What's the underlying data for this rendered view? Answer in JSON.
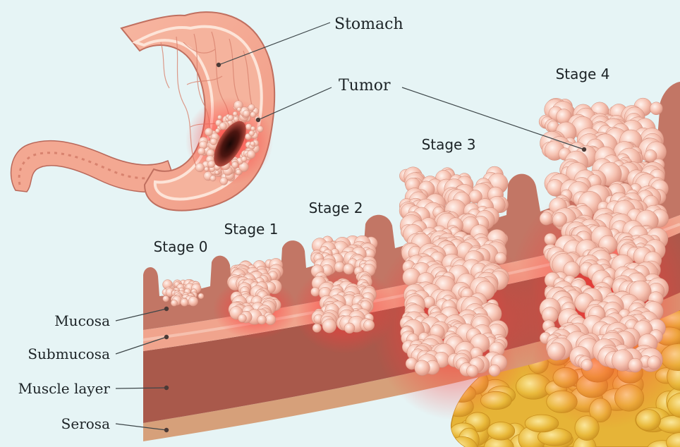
{
  "labels": {
    "stomach": "Stomach",
    "tumor": "Tumor",
    "mucosa": "Mucosa",
    "submucosa": "Submucosa",
    "muscle_layer": "Muscle layer",
    "serosa": "Serosa"
  },
  "stages": [
    "Stage 0",
    "Stage 1",
    "Stage 2",
    "Stage 3",
    "Stage 4"
  ],
  "colors": {
    "background": "#e6f4f5",
    "mucosa": "#c97a68",
    "submucosa": "#f2a48e",
    "muscle": "#a8584a",
    "serosa": "#d49b74",
    "tumor": "#f7c3b2",
    "fat": "#e8b93a"
  }
}
